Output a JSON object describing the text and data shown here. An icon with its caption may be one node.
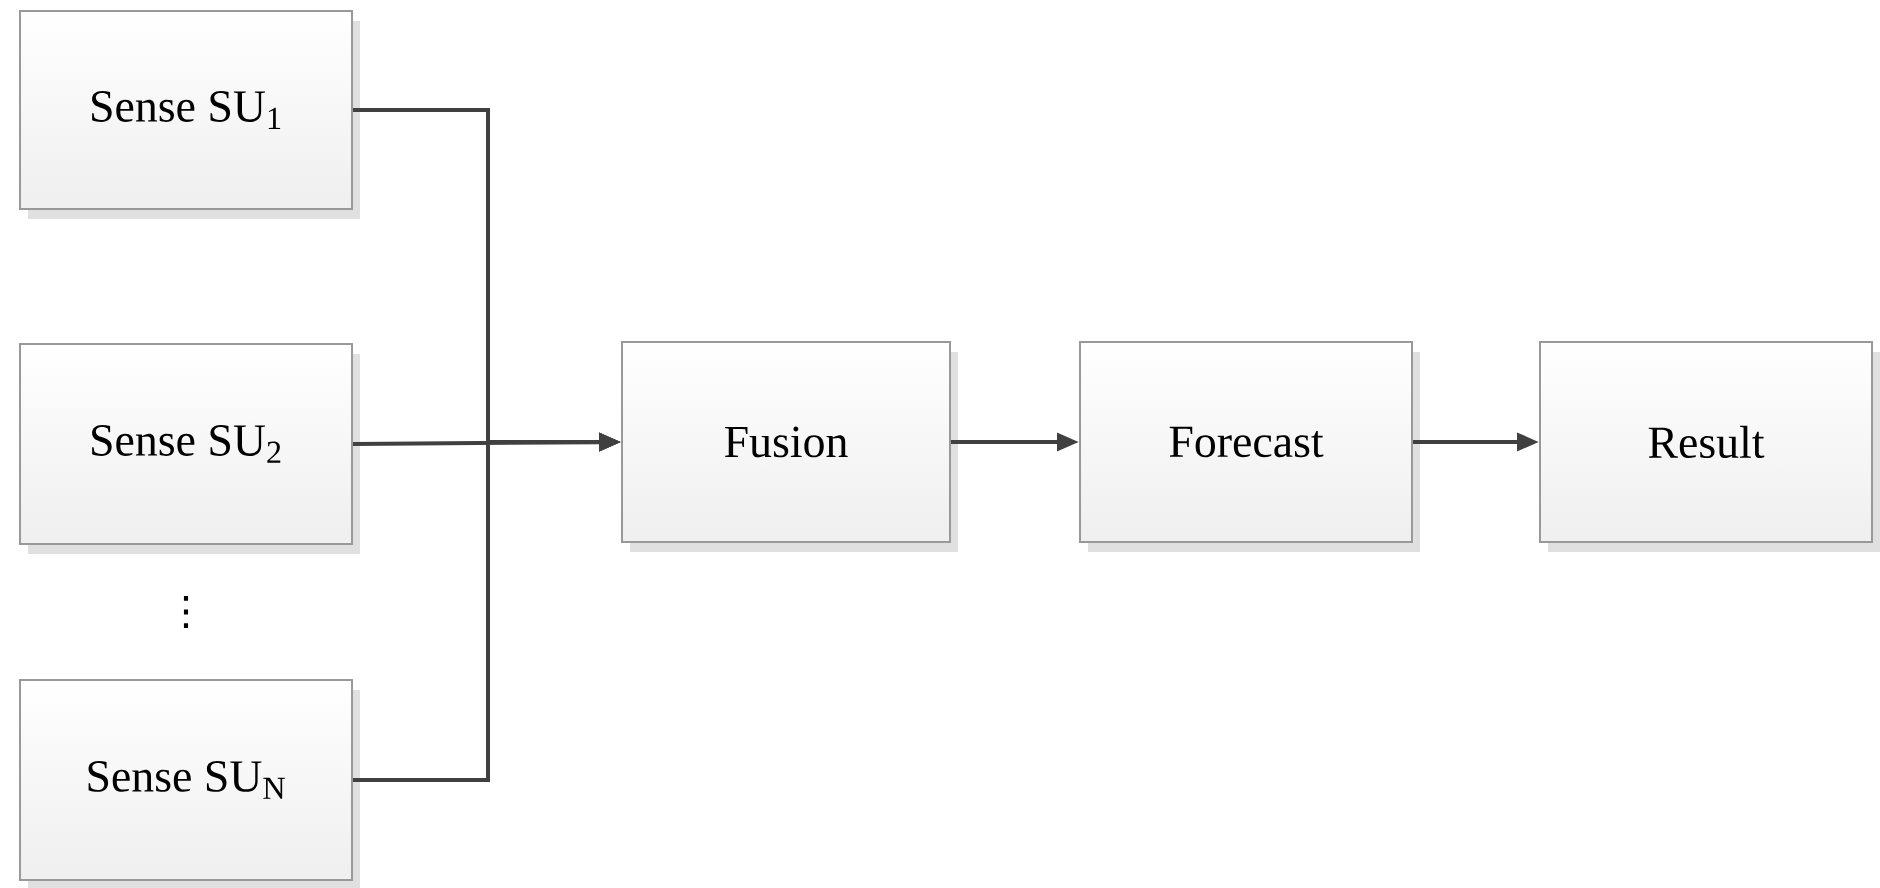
{
  "diagram": {
    "nodes": [
      {
        "text": [
          "Sense SU$_{1}$"
        ]
      },
      {
        "text": [
          "Sense SU$_{2}$"
        ]
      },
      {
        "text": [
          "Sense SU$_{N}$"
        ]
      },
      {
        "text": [
          "Fusion"
        ]
      },
      {
        "text": [
          "Forecast"
        ]
      },
      {
        "text": [
          "Result"
        ]
      }
    ],
    "edges": [
      {
        "from": 0,
        "to": 3,
        "arrow": "to"
      },
      {
        "from": 1,
        "to": 3,
        "arrow": "to"
      },
      {
        "from": 2,
        "to": 3,
        "arrow": "to"
      },
      {
        "from": 3,
        "to": 4,
        "arrow": "to"
      },
      {
        "from": 4,
        "to": 5,
        "arrow": "to"
      }
    ],
    "labels": [
      "⋮"
    ]
  }
}
